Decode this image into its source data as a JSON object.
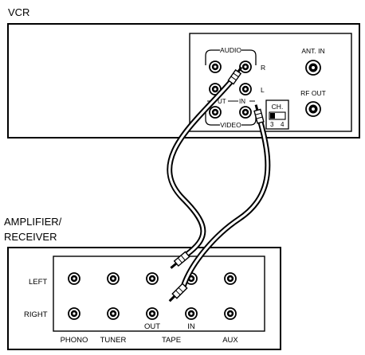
{
  "vcr": {
    "title": "VCR",
    "audio_label": "AUDIO",
    "video_label": "VIDEO",
    "r_label": "R",
    "l_label": "L",
    "out_label": "UT",
    "in_label": "IN",
    "ant_in_label": "ANT. IN",
    "rf_out_label": "RF OUT",
    "ch_label": "CH.",
    "ch_3": "3",
    "ch_4": "4"
  },
  "amp": {
    "title_line1": "AMPLIFIER/",
    "title_line2": "RECEIVER",
    "left_label": "LEFT",
    "right_label": "RIGHT",
    "tape_out_label": "OUT",
    "tape_in_label": "IN",
    "groups": [
      "PHONO",
      "TUNER",
      "TAPE",
      "AUX"
    ]
  },
  "colors": {
    "line": "#000000",
    "background": "#ffffff"
  }
}
